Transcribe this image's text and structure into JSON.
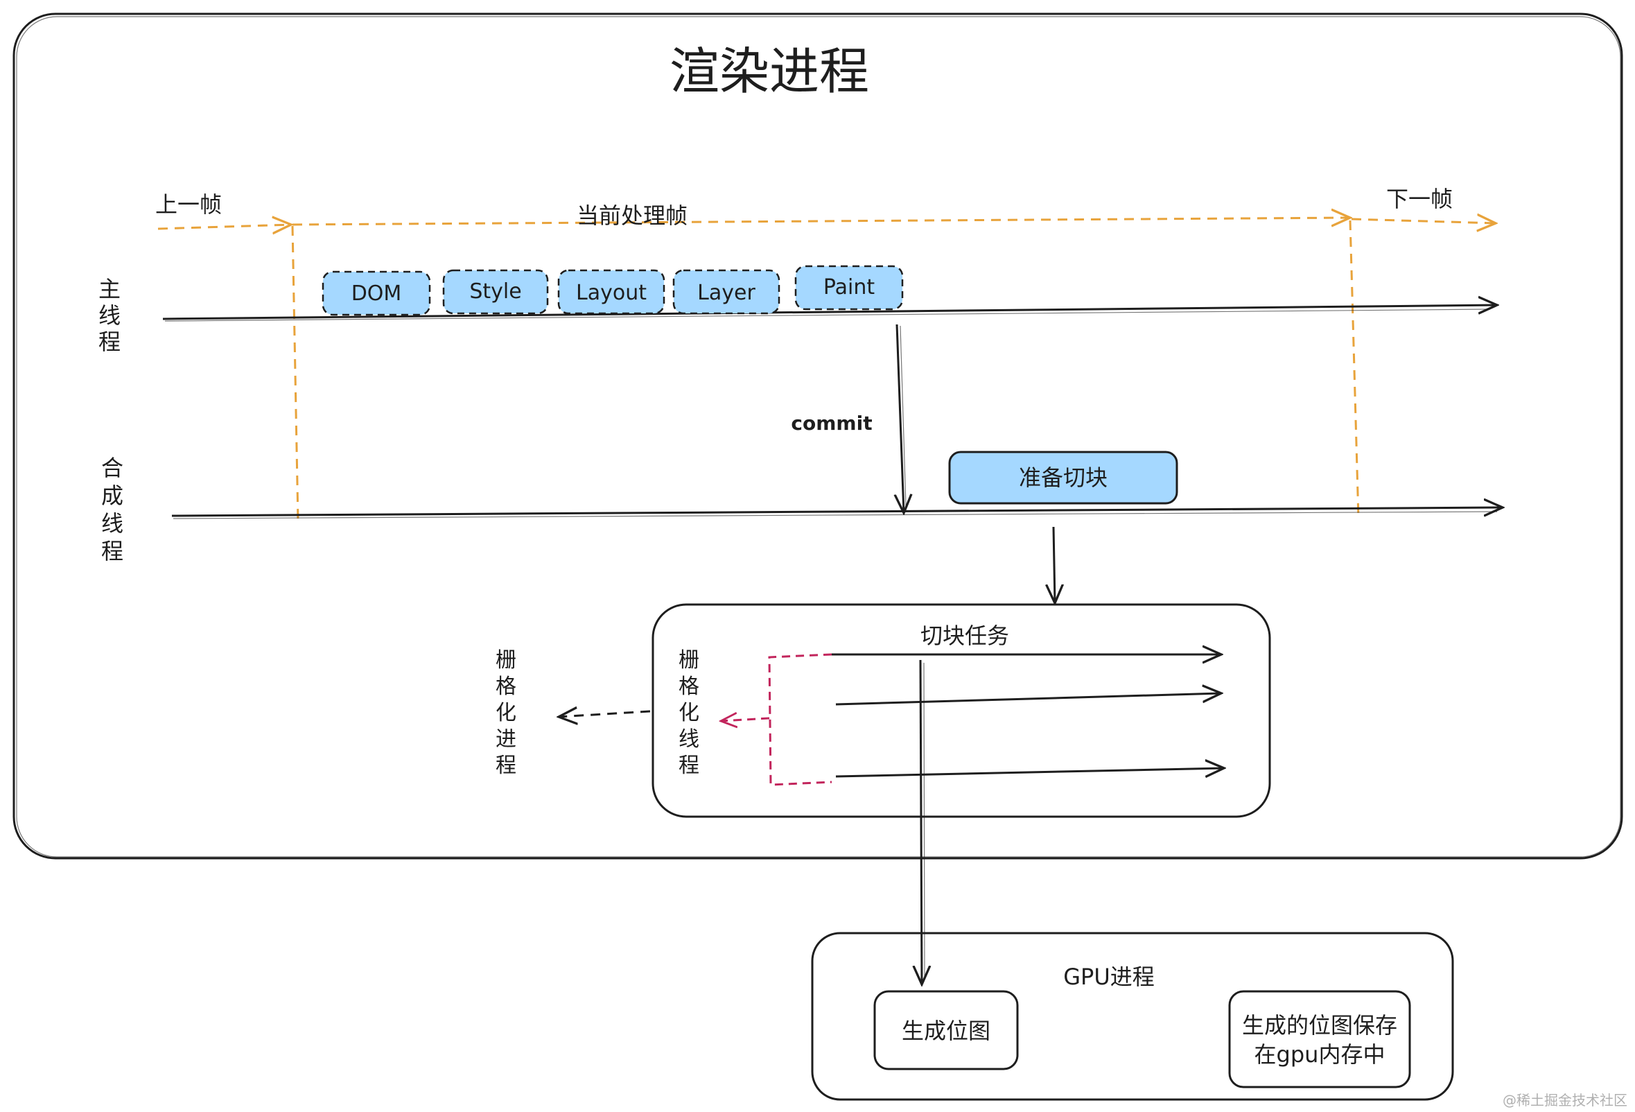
{
  "title": "渲染进程",
  "frames": {
    "prev": "上一帧",
    "current": "当前处理帧",
    "next": "下一帧"
  },
  "threads": {
    "main": [
      "主",
      "线",
      "程"
    ],
    "compositor": [
      "合",
      "成",
      "线",
      "程"
    ],
    "raster_thread": [
      "栅",
      "格",
      "化",
      "线",
      "程"
    ],
    "raster_process": [
      "栅",
      "格",
      "化",
      "进",
      "程"
    ]
  },
  "main_steps": [
    "DOM",
    "Style",
    "Layout",
    "Layer",
    "Paint"
  ],
  "commit_label": "commit",
  "prepare_tiles": "准备切块",
  "tile_tasks": "切块任务",
  "gpu": {
    "title": "GPU进程",
    "generate_bitmap": "生成位图",
    "save_line1": "生成的位图保存",
    "save_line2": "在gpu内存中"
  },
  "watermark": "@稀土掘金技术社区",
  "colors": {
    "stroke": "#1e1e1e",
    "frame_dashed": "#e8a33b",
    "step_fill": "#a5d8ff",
    "raster_dashed": "#c2255c"
  }
}
